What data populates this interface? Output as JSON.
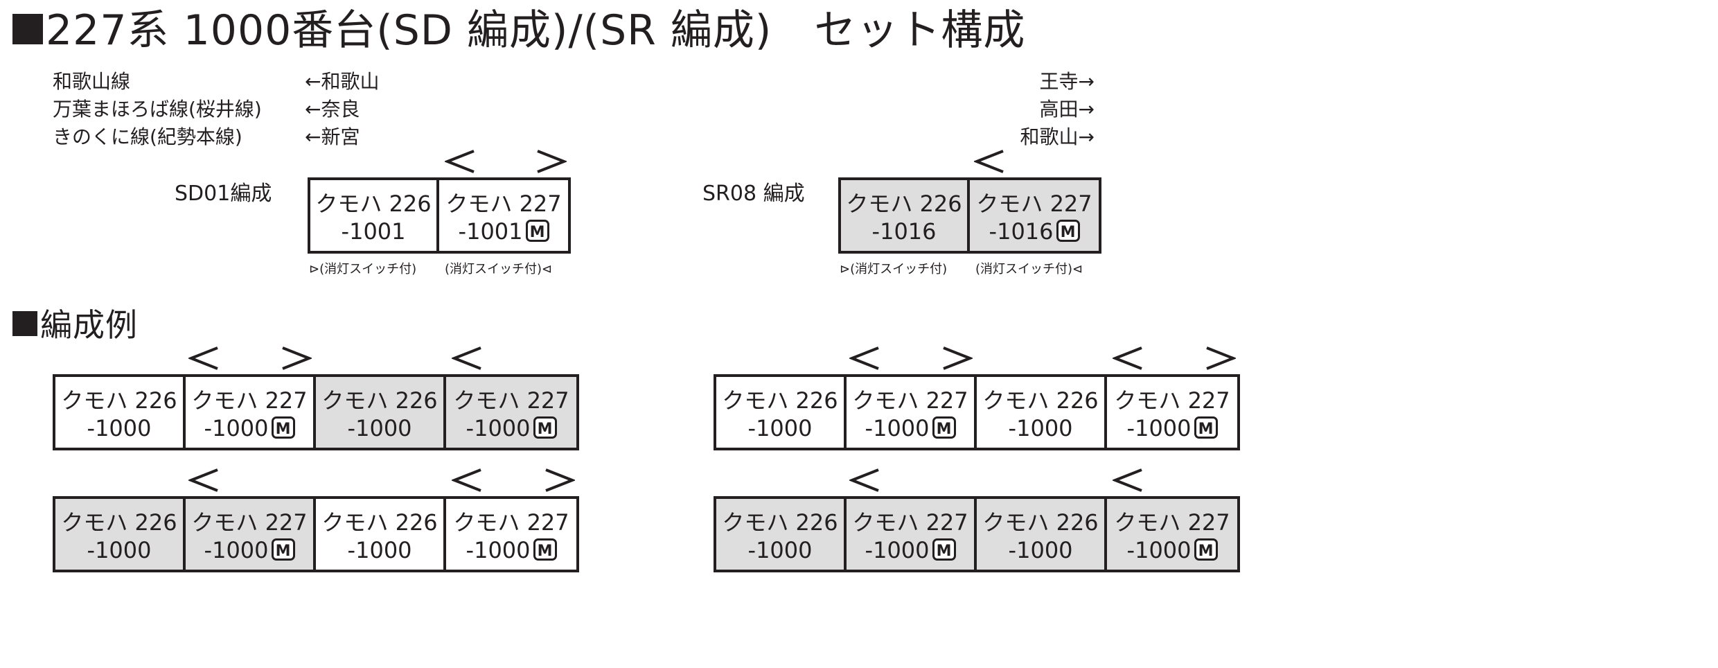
{
  "title": "227系 1000番台(SD 編成)/(SR 編成)　セット構成",
  "routes_left": [
    "和歌山線",
    "万葉まほろば線(桜井線)",
    "きのくに線(紀勢本線)"
  ],
  "destinations_left": [
    "←和歌山",
    "←奈良",
    "←新宮"
  ],
  "destinations_right": [
    "王寺→",
    "高田→",
    "和歌山→"
  ],
  "sets": [
    {
      "name": "SD01編成",
      "cars": [
        {
          "type": "クモハ 226",
          "number": "-1001",
          "motor": false,
          "grey": false,
          "note": "(消灯スイッチ付)"
        },
        {
          "type": "クモハ 227",
          "number": "-1001",
          "motor": true,
          "grey": false,
          "note": "(消灯スイッチ付)"
        }
      ]
    },
    {
      "name": "SR08 編成",
      "cars": [
        {
          "type": "クモハ 226",
          "number": "-1016",
          "motor": false,
          "grey": true,
          "note": "(消灯スイッチ付)"
        },
        {
          "type": "クモハ 227",
          "number": "-1016",
          "motor": true,
          "grey": true,
          "note": "(消灯スイッチ付)"
        }
      ]
    }
  ],
  "example_heading": "編成例",
  "motor_label": "M",
  "examples": [
    {
      "cars": [
        {
          "type": "クモハ 226",
          "number": "-1000",
          "motor": false,
          "grey": false
        },
        {
          "type": "クモハ 227",
          "number": "-1000",
          "motor": true,
          "grey": false
        },
        {
          "type": "クモハ 226",
          "number": "-1000",
          "motor": false,
          "grey": true
        },
        {
          "type": "クモハ 227",
          "number": "-1000",
          "motor": true,
          "grey": true
        }
      ]
    },
    {
      "cars": [
        {
          "type": "クモハ 226",
          "number": "-1000",
          "motor": false,
          "grey": false
        },
        {
          "type": "クモハ 227",
          "number": "-1000",
          "motor": true,
          "grey": false
        },
        {
          "type": "クモハ 226",
          "number": "-1000",
          "motor": false,
          "grey": false
        },
        {
          "type": "クモハ 227",
          "number": "-1000",
          "motor": true,
          "grey": false
        }
      ]
    },
    {
      "cars": [
        {
          "type": "クモハ 226",
          "number": "-1000",
          "motor": false,
          "grey": true
        },
        {
          "type": "クモハ 227",
          "number": "-1000",
          "motor": true,
          "grey": true
        },
        {
          "type": "クモハ 226",
          "number": "-1000",
          "motor": false,
          "grey": false
        },
        {
          "type": "クモハ 227",
          "number": "-1000",
          "motor": true,
          "grey": false
        }
      ]
    },
    {
      "cars": [
        {
          "type": "クモハ 226",
          "number": "-1000",
          "motor": false,
          "grey": true
        },
        {
          "type": "クモハ 227",
          "number": "-1000",
          "motor": true,
          "grey": true
        },
        {
          "type": "クモハ 226",
          "number": "-1000",
          "motor": false,
          "grey": true
        },
        {
          "type": "クモハ 227",
          "number": "-1000",
          "motor": true,
          "grey": true
        }
      ]
    }
  ],
  "colors": {
    "line": "#231f20",
    "grey_car": "#dedede"
  },
  "icons": {
    "pantograph": "pantograph-icon",
    "light_switch": "light-switch-icon"
  }
}
